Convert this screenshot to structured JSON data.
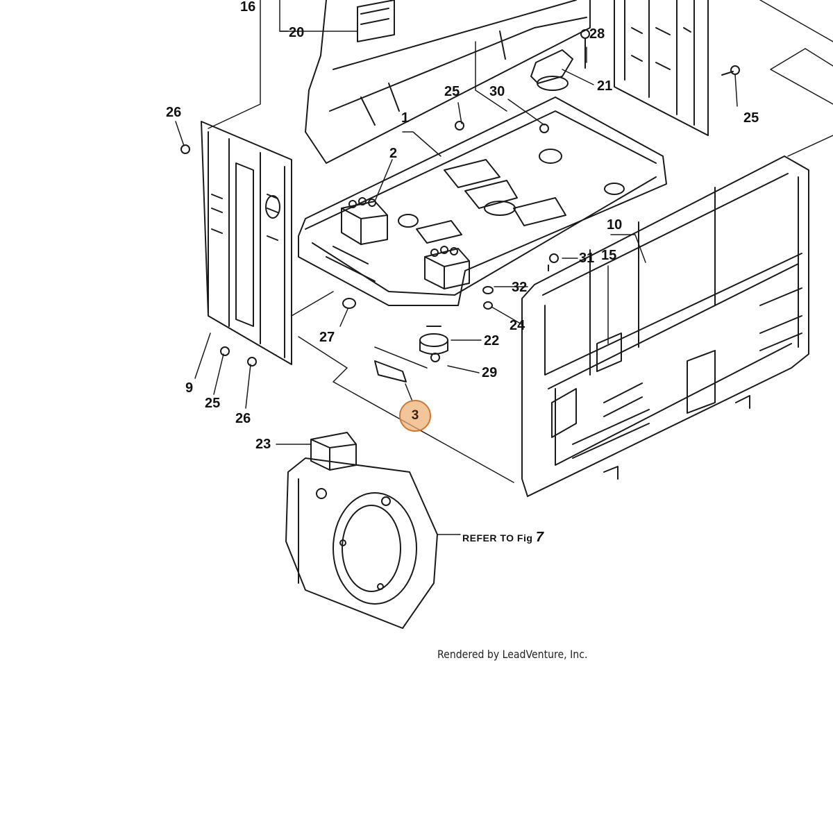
{
  "diagram": {
    "refer_prefix": "REFER TO Fig",
    "refer_number": "7",
    "footer": "Rendered by LeadVenture, Inc.",
    "highlighted": "3",
    "colors": {
      "line": "#1a1a1a",
      "highlight_fill": "#eeaf73",
      "highlight_border": "#cc7a33"
    },
    "labels": {
      "p16": "16",
      "p20": "20",
      "p28": "28",
      "p21": "21",
      "p25a": "25",
      "p30": "30",
      "p25b": "25",
      "p26a": "26",
      "p1": "1",
      "p2": "2",
      "p10": "10",
      "p15": "15",
      "p31": "31",
      "p32": "32",
      "p24": "24",
      "p22": "22",
      "p27": "27",
      "p29": "29",
      "p9": "9",
      "p25c": "25",
      "p26b": "26",
      "p23": "23"
    }
  }
}
